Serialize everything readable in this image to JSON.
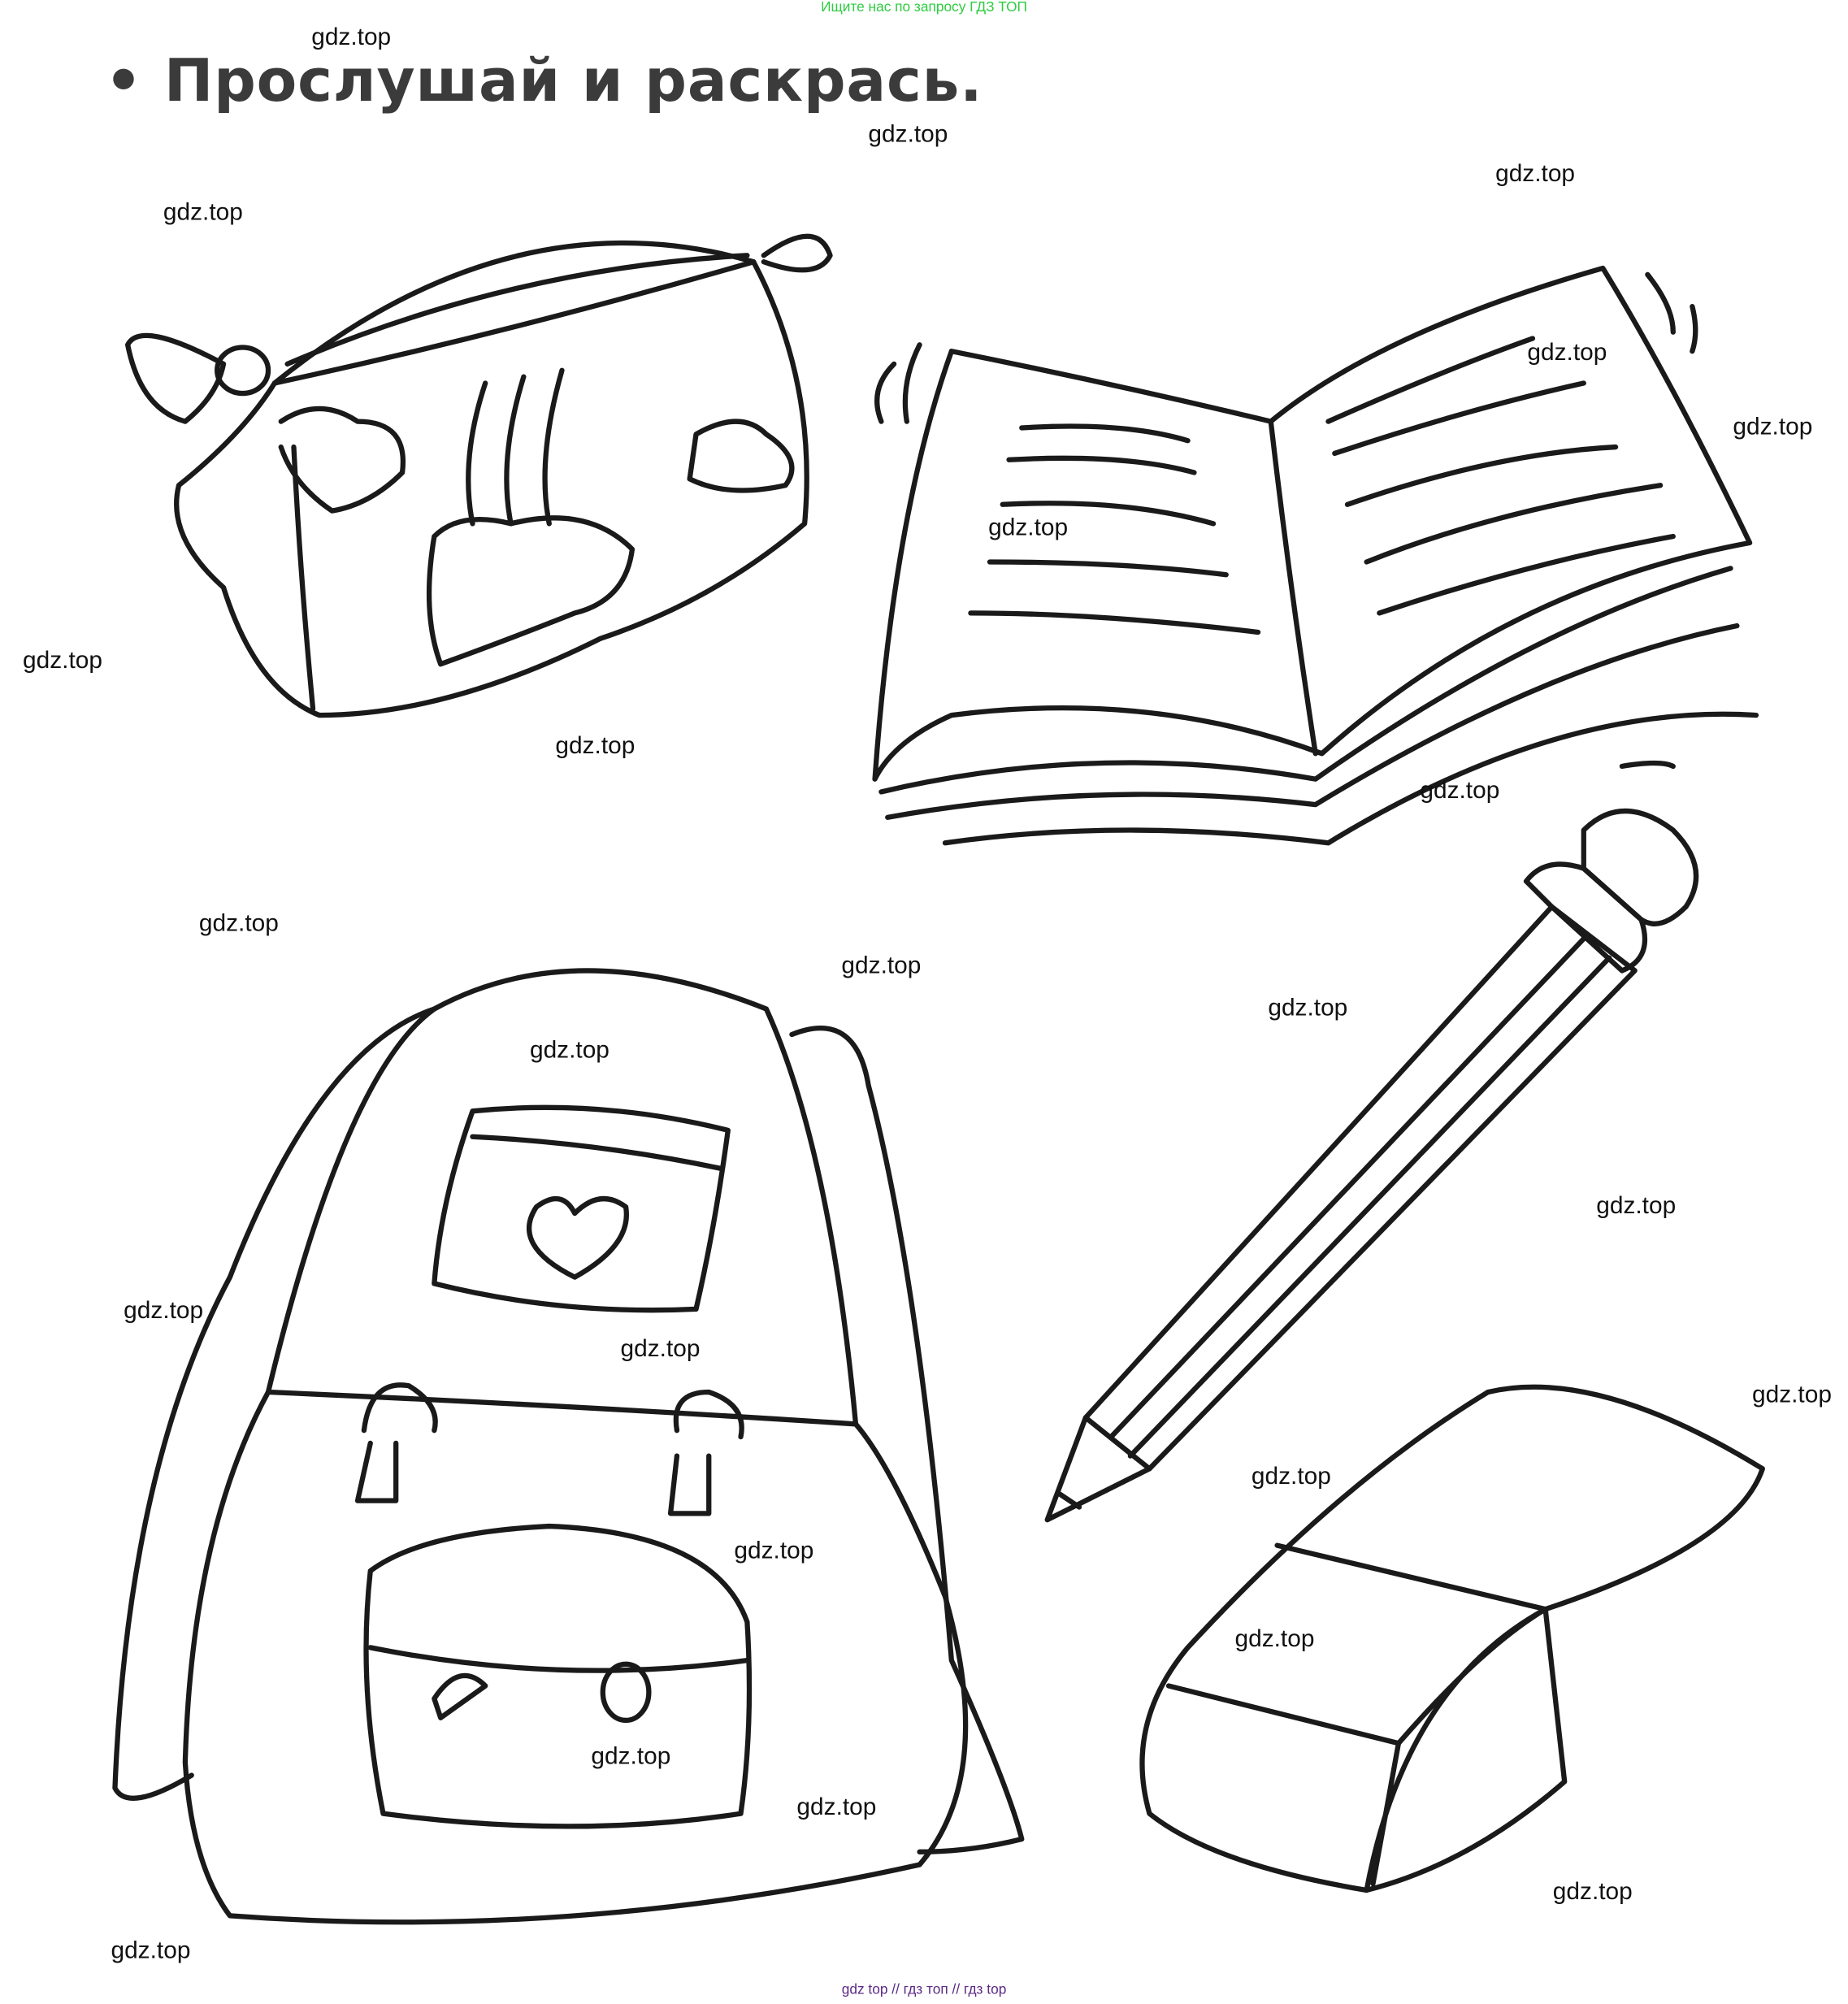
{
  "header_note": "Ищите нас по запросу ГДЗ ТОП",
  "title": "• Прослушай и раскрась.",
  "footer_note": "gdz top  //  гдз топ  //  гдз top",
  "watermark": "gdz.top",
  "items": [
    "pencil-case",
    "open-book",
    "backpack",
    "pencil",
    "eraser"
  ]
}
